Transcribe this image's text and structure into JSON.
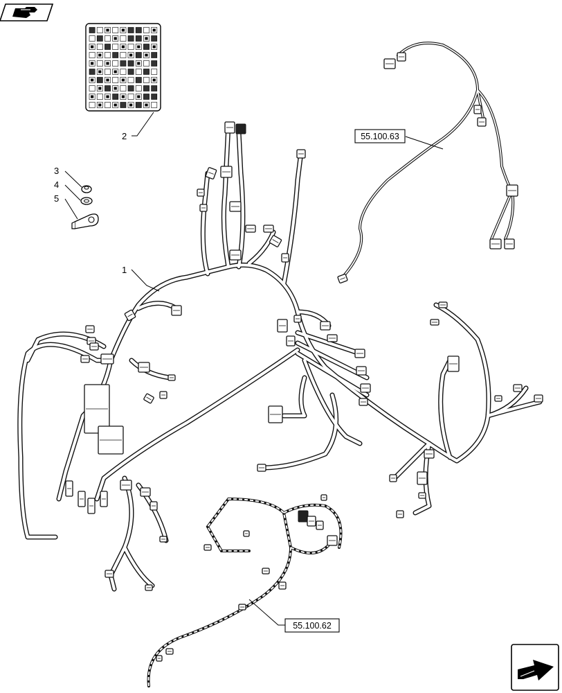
{
  "callouts": [
    {
      "id": "c1",
      "label": "1"
    },
    {
      "id": "c2",
      "label": "2"
    },
    {
      "id": "c3",
      "label": "3"
    },
    {
      "id": "c4",
      "label": "4"
    },
    {
      "id": "c5",
      "label": "5"
    }
  ],
  "references": [
    {
      "id": "r1",
      "label": "55.100.63"
    },
    {
      "id": "r2",
      "label": "55.100.62"
    }
  ],
  "icons": {
    "top_left": "book-hand-icon",
    "bottom_right": "forward-arrow-icon"
  },
  "colors": {
    "line": "#111111",
    "background": "#ffffff"
  }
}
